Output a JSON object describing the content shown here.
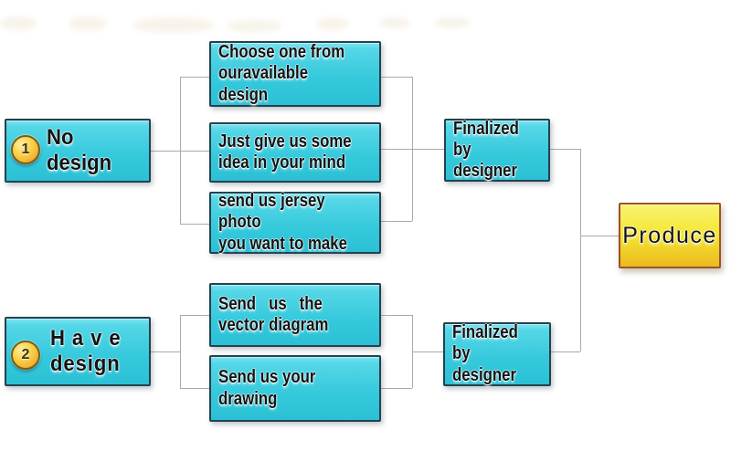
{
  "flow": {
    "paths": [
      {
        "badge": "1",
        "label": "No design",
        "options": [
          "Choose one from\nouravailable design",
          "Just give us some\nidea in your mind",
          "send us jersey photo\nyou want to make"
        ],
        "result": "Finalized by\ndesigner"
      },
      {
        "badge": "2",
        "label": "H a v e\ndesign",
        "options": [
          "Send   us   the\nvector diagram",
          "Send us your\ndrawing"
        ],
        "result": "Finalized by\ndesigner"
      }
    ],
    "final": "Produce"
  },
  "colors": {
    "background": "#ffffff",
    "node_fill_top": "#55d7e7",
    "node_fill_bottom": "#2bc0d5",
    "node_border": "#24424e",
    "produce_fill_top": "#f9f370",
    "produce_fill_bottom": "#eaba1d",
    "produce_border": "#a0512b",
    "badge_fill": "#f8cf45",
    "badge_border": "#786018",
    "connector": "#ababab",
    "text": "#141414"
  }
}
